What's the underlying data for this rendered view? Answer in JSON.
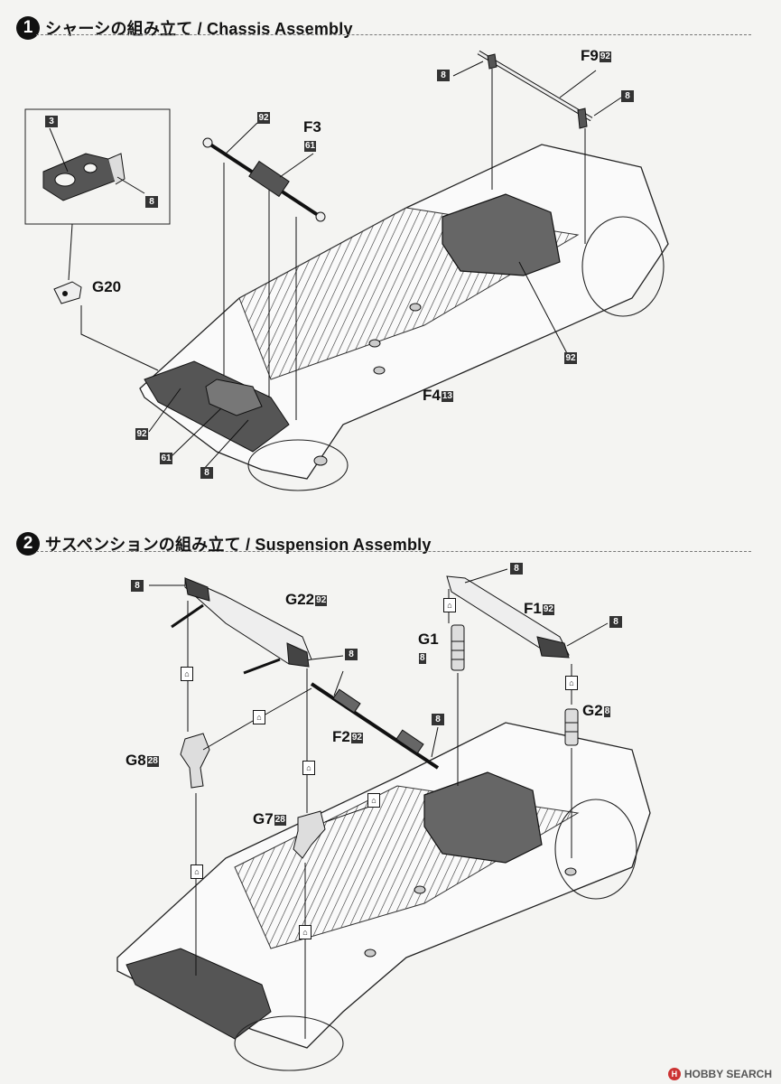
{
  "steps": [
    {
      "number": "1",
      "title": "シャーシの組み立て / Chassis Assembly"
    },
    {
      "number": "2",
      "title": "サスペンションの組み立て / Suspension Assembly"
    }
  ],
  "step1": {
    "inset_callouts": [
      "3",
      "8"
    ],
    "parts": {
      "F9": "F9",
      "F9_color": "92",
      "F3": "F3",
      "F3_color": "61",
      "G20": "G20",
      "F4": "F4",
      "F4_color": "13"
    },
    "color_tags": {
      "t1": "8",
      "t2": "8",
      "t3": "92",
      "t4": "92",
      "t5": "92",
      "t6": "61",
      "t7": "8"
    }
  },
  "step2": {
    "parts": {
      "G22": "G22",
      "G22_color": "92",
      "F1": "F1",
      "F1_color": "92",
      "G1": "G1",
      "G1_color": "8",
      "F2": "F2",
      "F2_color": "92",
      "G2": "G2",
      "G2_color": "8",
      "G8": "G8",
      "G8_color": "28",
      "G7": "G7",
      "G7_color": "28"
    },
    "color_tags": {
      "a": "8",
      "b": "8",
      "c": "8",
      "d": "8",
      "e": "8"
    }
  },
  "watermark": "HOBBY SEARCH",
  "colors": {
    "ink": "#111111",
    "panel": "#555555",
    "paper": "#f4f4f2"
  }
}
